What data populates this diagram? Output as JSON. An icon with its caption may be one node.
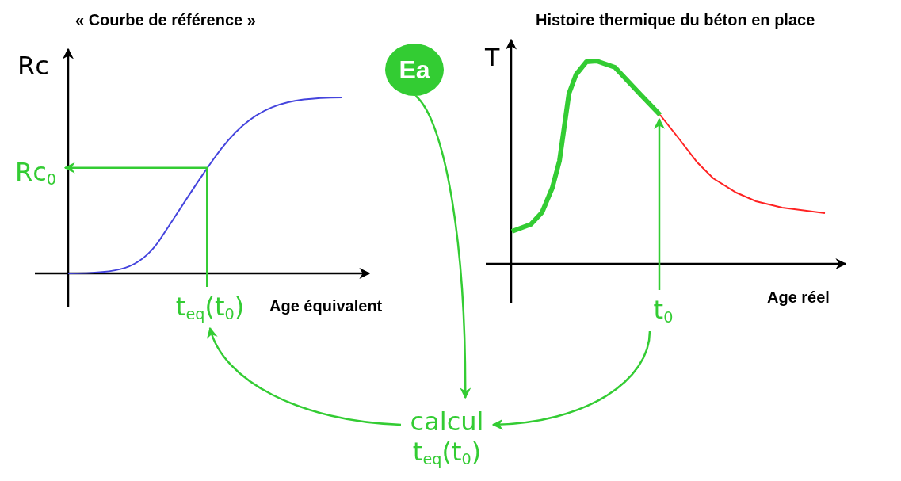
{
  "diagram": {
    "nodes": [
      {
        "text": [
          "Ea"
        ]
      },
      {
        "text": [
          "calcul t$_{eq}$(t$_{0}$)"
        ]
      },
      {
        "text": [
          "t$_{eq}$(t$_{0}$)"
        ]
      },
      {
        "text": [
          "t$_{0}$"
        ]
      },
      {
        "text": [
          "Rc$_{0}$"
        ]
      },
      {
        "text": [],
        "shape": "curve"
      }
    ],
    "edges": [
      {
        "from": 0,
        "to": 1,
        "arrow": "to"
      },
      {
        "from": 3,
        "to": 1,
        "arrow": "to"
      },
      {
        "from": 1,
        "to": 2,
        "arrow": "to"
      },
      {
        "from": 2,
        "to": 4,
        "arrow": "to"
      },
      {
        "from": 3,
        "to": 5,
        "arrow": "to"
      }
    ],
    "labels": [
      "« Courbe de référence »",
      "Histoire thermique du béton en place",
      "Rc",
      "Age équivalent",
      "T",
      "Age réel"
    ]
  }
}
